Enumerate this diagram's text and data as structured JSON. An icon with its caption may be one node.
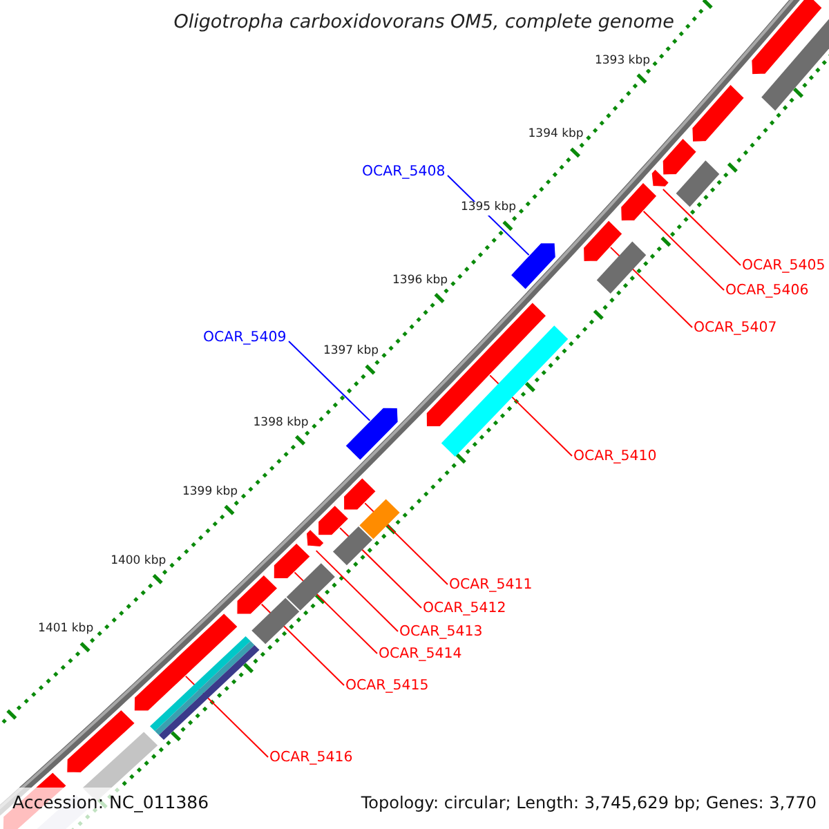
{
  "diagram": {
    "title": "Oligotropha carboxidovorans OM5, complete genome",
    "nodes": [
      {
        "text": [
          "OCAR_5408"
        ]
      },
      {
        "text": [
          "OCAR_5409"
        ]
      },
      {
        "text": [
          "OCAR_5405"
        ]
      },
      {
        "text": [
          "OCAR_5406"
        ]
      },
      {
        "text": [
          "OCAR_5407"
        ]
      },
      {
        "text": [
          "OCAR_5410"
        ]
      },
      {
        "text": [
          "OCAR_5411"
        ]
      },
      {
        "text": [
          "OCAR_5412"
        ]
      },
      {
        "text": [
          "OCAR_5413"
        ]
      },
      {
        "text": [
          "OCAR_5414"
        ]
      },
      {
        "text": [
          "OCAR_5415"
        ]
      },
      {
        "text": [
          "OCAR_5416"
        ]
      },
      {
        "text": [],
        "shape": "arrow"
      },
      {
        "text": [],
        "shape": "arrow"
      },
      {
        "text": [],
        "shape": "arrow"
      },
      {
        "text": [],
        "shape": "arrow"
      },
      {
        "text": [],
        "shape": "arrow"
      },
      {
        "text": [],
        "shape": "arrow"
      },
      {
        "text": [],
        "shape": "arrow"
      },
      {
        "text": [],
        "shape": "arrow"
      },
      {
        "text": [],
        "shape": "arrow"
      },
      {
        "text": [],
        "shape": "arrow"
      },
      {
        "text": [],
        "shape": "arrow"
      },
      {
        "text": [],
        "shape": "arrow"
      },
      {
        "text": [],
        "shape": "arrow"
      },
      {
        "text": [],
        "shape": "arrow"
      },
      {
        "text": [],
        "shape": "arrow"
      },
      {
        "text": [],
        "shape": "arrow"
      },
      {
        "text": [],
        "shape": "arrow"
      }
    ],
    "edges": [
      {
        "from": 0,
        "to": 18,
        "arrow": "none",
        "color": "#0000ff"
      },
      {
        "from": 1,
        "to": 20,
        "arrow": "none",
        "color": "#0000ff"
      },
      {
        "from": 2,
        "to": 15,
        "arrow": "none"
      },
      {
        "from": 3,
        "to": 16,
        "arrow": "none"
      },
      {
        "from": 4,
        "to": 17,
        "arrow": "none"
      },
      {
        "from": 5,
        "to": 19,
        "arrow": "none"
      },
      {
        "from": 6,
        "to": 21,
        "arrow": "none"
      },
      {
        "from": 7,
        "to": 22,
        "arrow": "none"
      },
      {
        "from": 8,
        "to": 23,
        "arrow": "none"
      },
      {
        "from": 9,
        "to": 24,
        "arrow": "none"
      },
      {
        "from": 10,
        "to": 25,
        "arrow": "none"
      },
      {
        "from": 11,
        "to": 26,
        "arrow": "none"
      }
    ],
    "labels": [
      "1393 kbp",
      "1394 kbp",
      "1395 kbp",
      "1396 kbp",
      "1397 kbp",
      "1398 kbp",
      "1399 kbp",
      "1400 kbp",
      "1401 kbp",
      "Accession: NC_011386",
      "Topology: circular; Length: 3,745,629 bp; Genes: 3,770"
    ]
  }
}
